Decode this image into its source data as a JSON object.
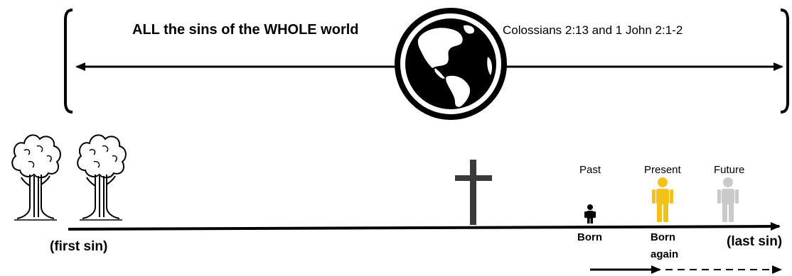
{
  "heading": "ALL the sins of the WHOLE world",
  "reference": "Colossians 2:13 and 1 John 2:1-2",
  "timeline": {
    "start_label": "(first sin)",
    "end_label": "(last sin)"
  },
  "stages": {
    "past": "Past",
    "present": "Present",
    "future": "Future"
  },
  "events": {
    "born": "Born",
    "born_again_line1": "Born",
    "born_again_line2": "again"
  },
  "colors": {
    "ink": "#000000",
    "present_figure": "#f2c21a",
    "future_figure": "#c9c9c9",
    "cross": "#3a3a3a"
  },
  "icons": [
    "globe-icon",
    "tree-icon",
    "cross-icon",
    "person-icon"
  ]
}
